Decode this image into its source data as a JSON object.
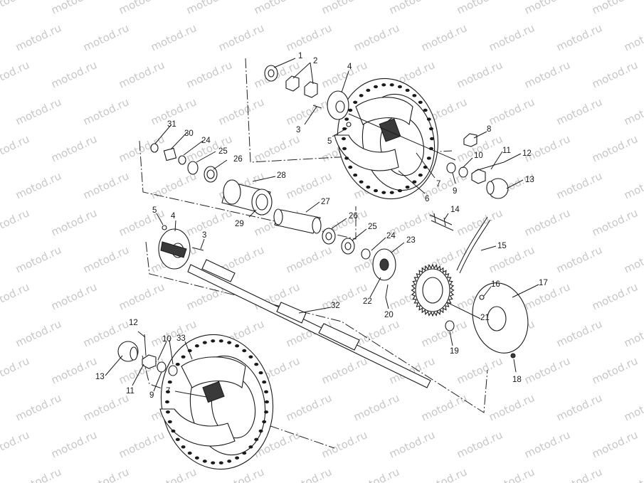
{
  "watermark": "motod.ru",
  "callouts": {
    "c1": "1",
    "c2": "2",
    "c3a": "3",
    "c4a": "4",
    "c5a": "5",
    "c6": "6",
    "c7a": "7",
    "c8": "8",
    "c9a": "9",
    "c10a": "10",
    "c11a": "11",
    "c12a": "12",
    "c13a": "13",
    "c14": "14",
    "c15": "15",
    "c16": "16",
    "c17": "17",
    "c18": "18",
    "c19": "19",
    "c20": "20",
    "c21": "21",
    "c22": "22",
    "c23": "23",
    "c24a": "24",
    "c24b": "24",
    "c25a": "25",
    "c25b": "25",
    "c26a": "26",
    "c26b": "26",
    "c27": "27",
    "c28": "28",
    "c29": "29",
    "c30": "30",
    "c31": "31",
    "c32": "32",
    "c33": "33",
    "c3b": "3",
    "c4b": "4",
    "c5b": "5",
    "c7b": "7",
    "c9b": "9",
    "c10b": "10",
    "c11b": "11",
    "c12b": "12",
    "c13b": "13"
  },
  "colors": {
    "ink": "#1a1a1a",
    "watermark": "#c7c7c7",
    "paper": "#ffffff"
  }
}
